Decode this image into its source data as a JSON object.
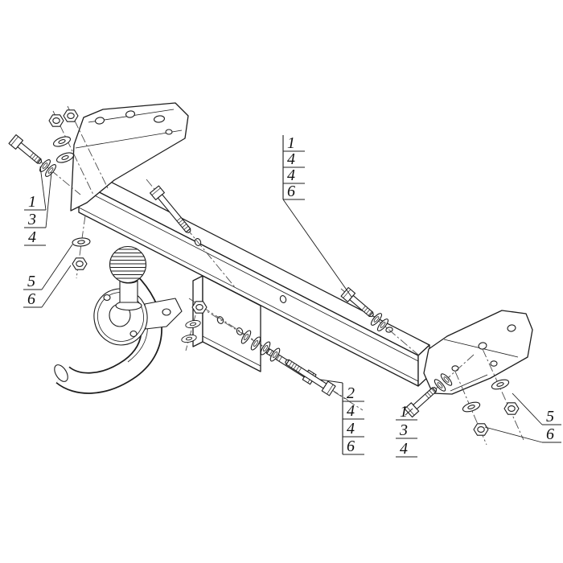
{
  "diagram": {
    "type": "exploded-assembly-drawing",
    "subject": "towbar-hitch-mounting-kit",
    "colors": {
      "ink": "#1d1d1d",
      "paper": "#ffffff",
      "centerline": "#4a4a4a"
    },
    "callouts": {
      "left_upper": [
        "1",
        "3",
        "4"
      ],
      "left_mid": [
        "5",
        "6"
      ],
      "top_right": [
        "1",
        "4",
        "4",
        "6"
      ],
      "bottom_center": [
        "2",
        "4",
        "4",
        "6"
      ],
      "bottom_right_inner": [
        "1",
        "3",
        "4"
      ],
      "bottom_right_outer": [
        "5",
        "6"
      ]
    }
  }
}
